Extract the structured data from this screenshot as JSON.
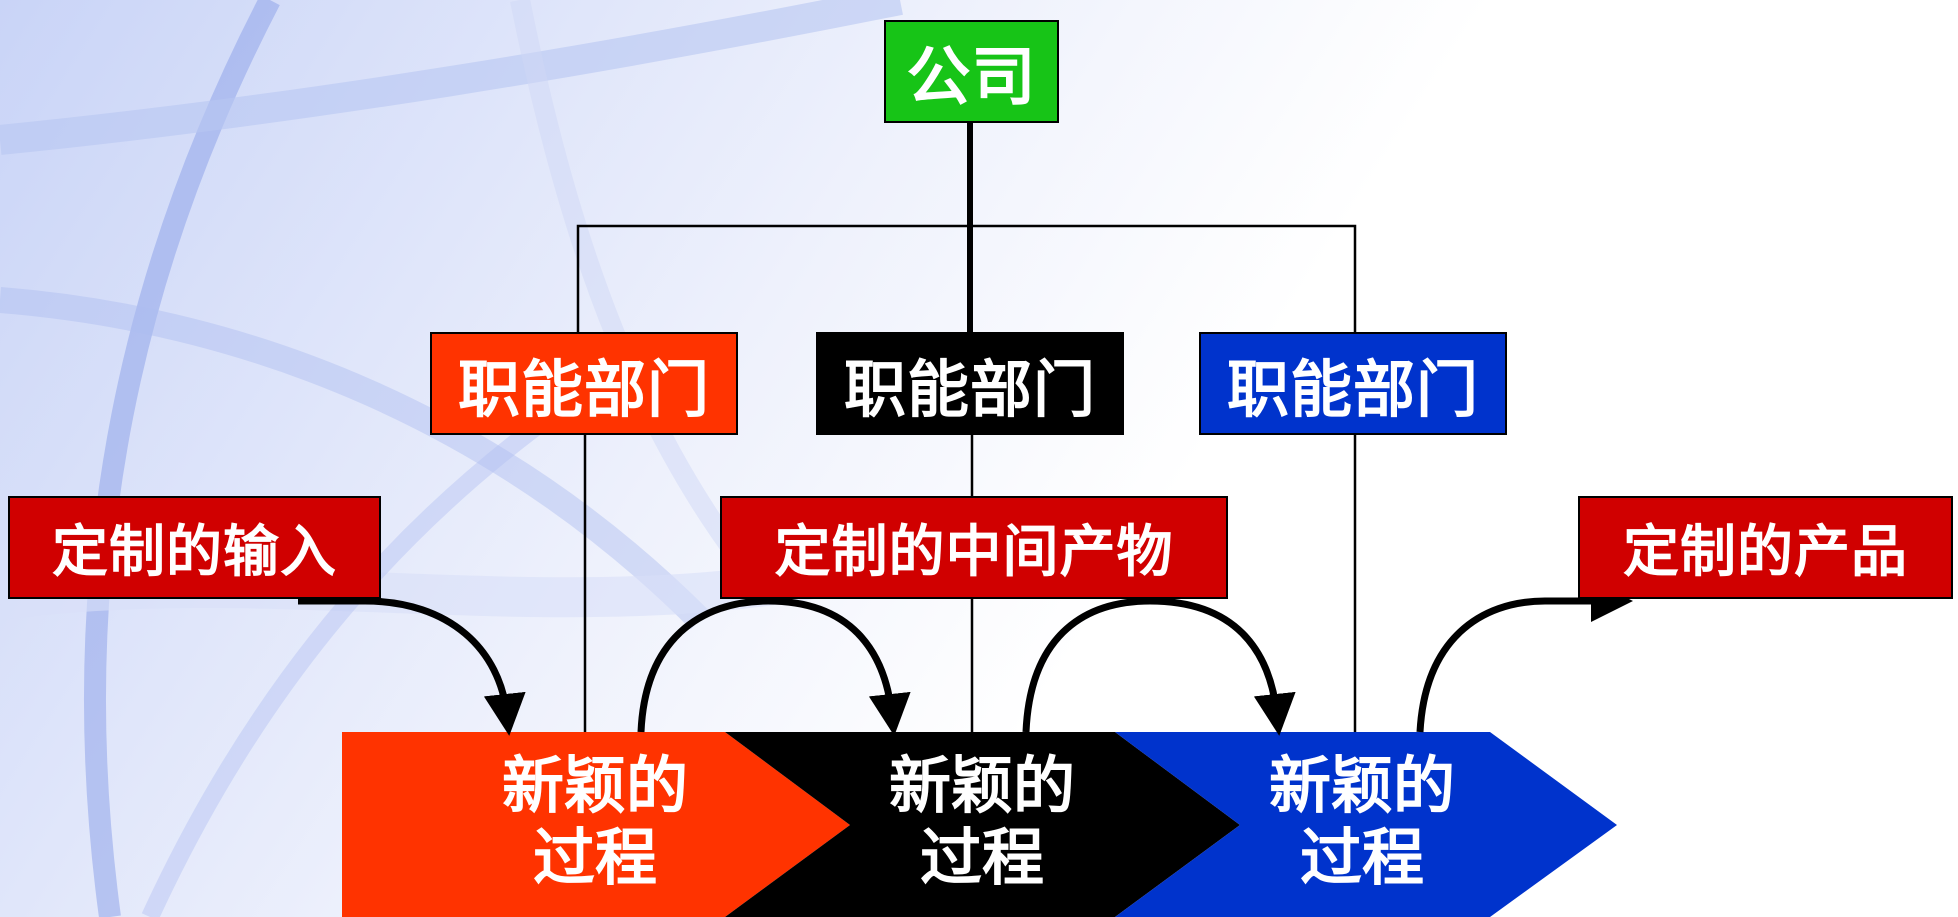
{
  "colors": {
    "company": "#17c417",
    "dept_red": "#ff3300",
    "dept_black": "#000000",
    "dept_blue": "#0033cc",
    "item_red": "#d00000"
  },
  "company": {
    "label": "公司"
  },
  "departments": [
    {
      "label": "职能部门"
    },
    {
      "label": "职能部门"
    },
    {
      "label": "职能部门"
    }
  ],
  "items": {
    "input": "定制的输入",
    "intermediate": "定制的中间产物",
    "product": "定制的产品"
  },
  "processes": [
    {
      "line1": "新颖的",
      "line2": "过程"
    },
    {
      "line1": "新颖的",
      "line2": "过程"
    },
    {
      "line1": "新颖的",
      "line2": "过程"
    }
  ]
}
